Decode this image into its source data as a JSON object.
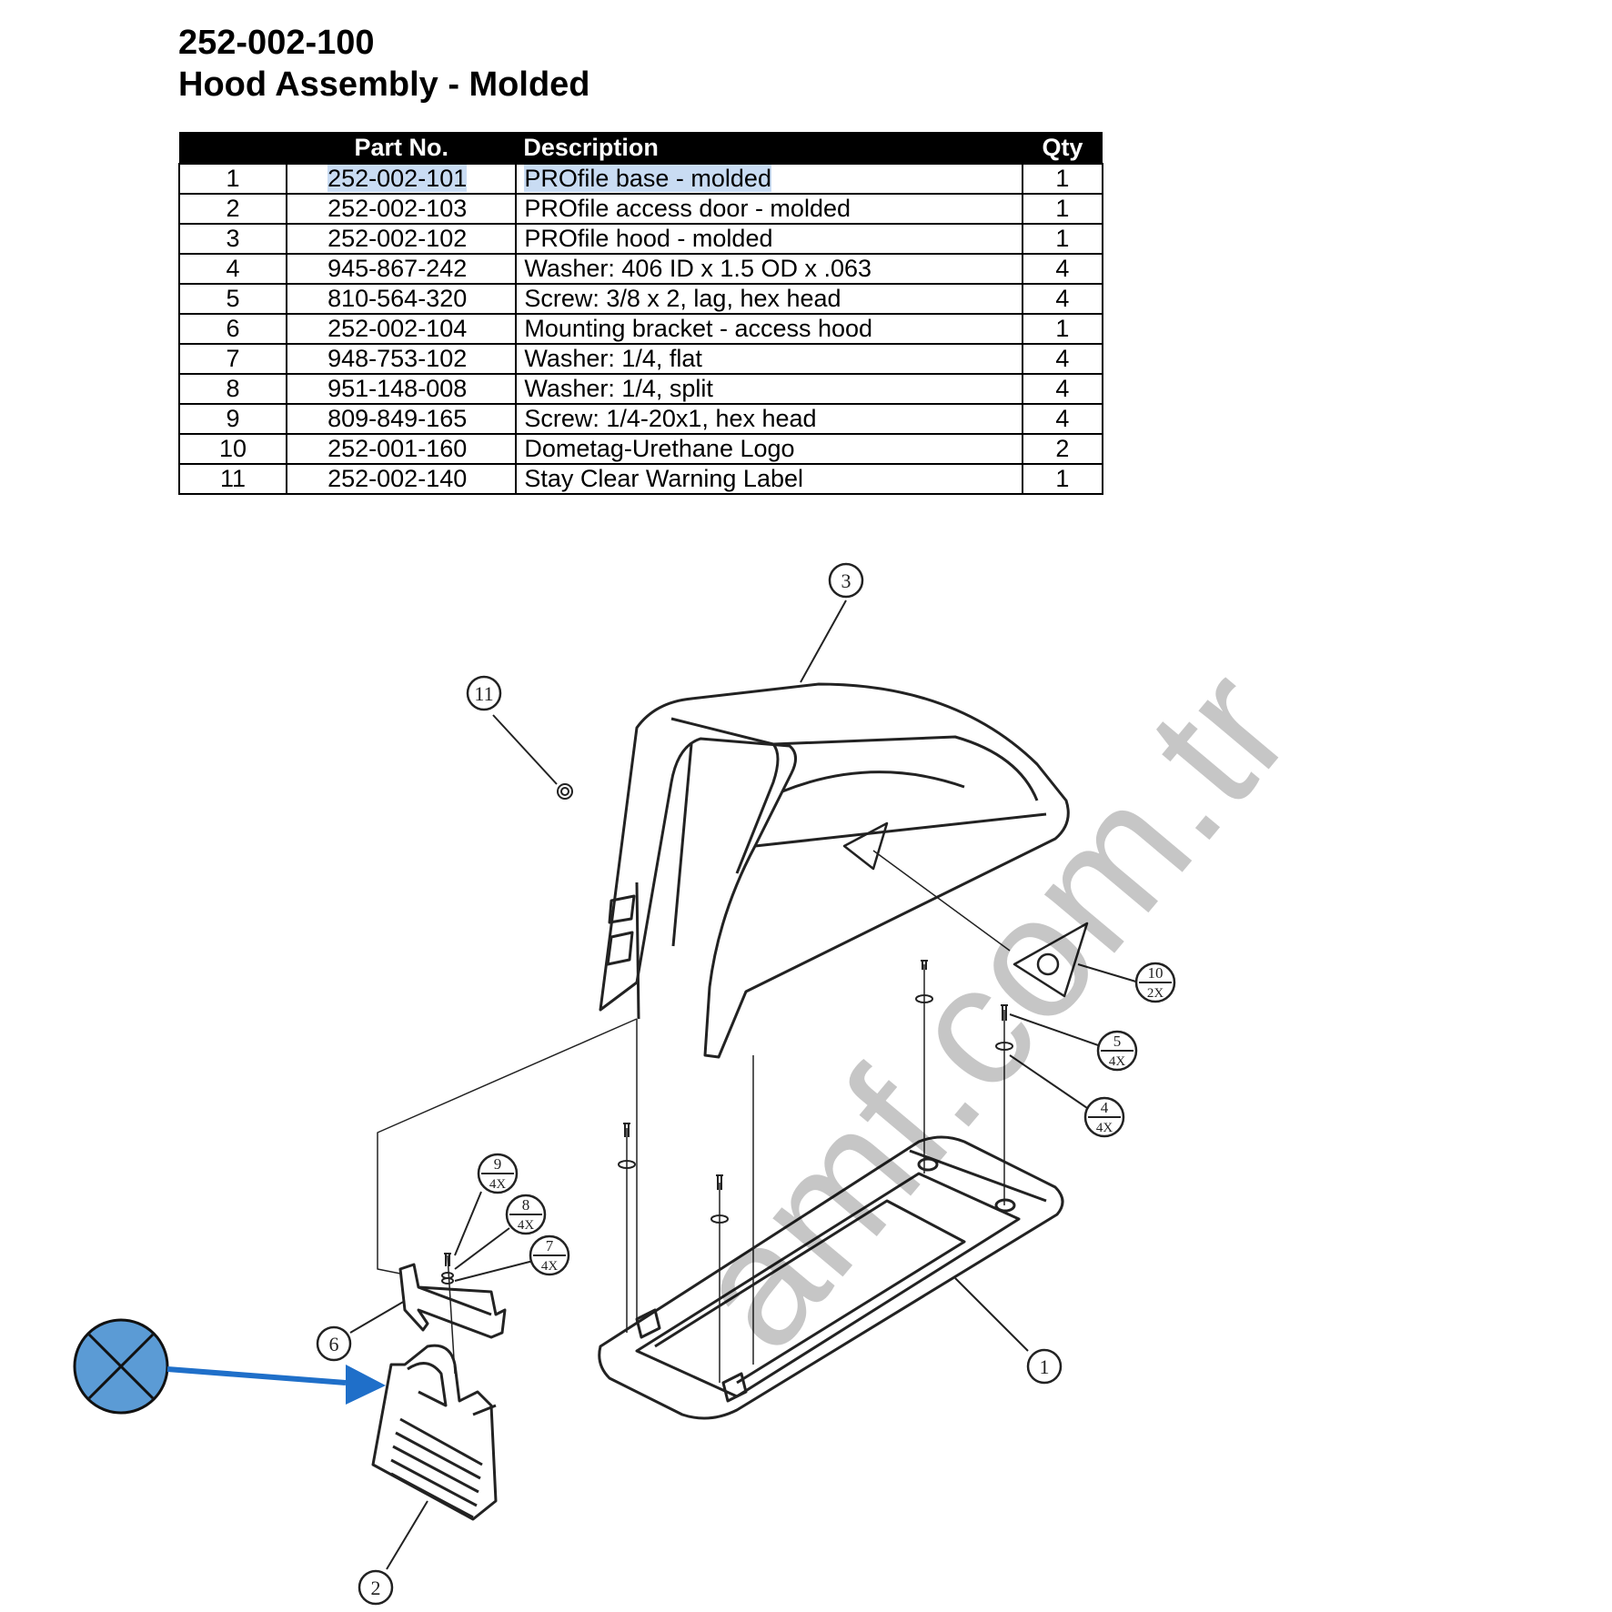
{
  "header": {
    "assembly_number": "252-002-100",
    "assembly_name": "Hood Assembly - Molded"
  },
  "table": {
    "columns": [
      "",
      "Part No.",
      "Description",
      "Qty"
    ],
    "rows": [
      {
        "item": "1",
        "part": "252-002-101",
        "desc": "PROfile base - molded",
        "qty": "1",
        "highlighted": true
      },
      {
        "item": "2",
        "part": "252-002-103",
        "desc": "PROfile access door - molded",
        "qty": "1"
      },
      {
        "item": "3",
        "part": "252-002-102",
        "desc": "PROfile hood - molded",
        "qty": "1"
      },
      {
        "item": "4",
        "part": "945-867-242",
        "desc": "Washer: 406 ID x 1.5 OD x .063",
        "qty": "4"
      },
      {
        "item": "5",
        "part": "810-564-320",
        "desc": "Screw: 3/8 x 2, lag, hex head",
        "qty": "4"
      },
      {
        "item": "6",
        "part": "252-002-104",
        "desc": "Mounting bracket - access hood",
        "qty": "1"
      },
      {
        "item": "7",
        "part": "948-753-102",
        "desc": "Washer: 1/4, flat",
        "qty": "4"
      },
      {
        "item": "8",
        "part": "951-148-008",
        "desc": "Washer: 1/4, split",
        "qty": "4"
      },
      {
        "item": "9",
        "part": "809-849-165",
        "desc": "Screw: 1/4-20x1, hex head",
        "qty": "4"
      },
      {
        "item": "10",
        "part": "252-001-160",
        "desc": "Dometag-Urethane Logo",
        "qty": "2"
      },
      {
        "item": "11",
        "part": "252-002-140",
        "desc": "Stay Clear Warning Label",
        "qty": "1"
      }
    ]
  },
  "balloons": {
    "b1": "1",
    "b2": "2",
    "b3": "3",
    "b6": "6",
    "b11": "11",
    "b10": {
      "num": "10",
      "qty": "2X"
    },
    "b5": {
      "num": "5",
      "qty": "4X"
    },
    "b4": {
      "num": "4",
      "qty": "4X"
    },
    "b9": {
      "num": "9",
      "qty": "4X"
    },
    "b8": {
      "num": "8",
      "qty": "4X"
    },
    "b7": {
      "num": "7",
      "qty": "4X"
    }
  },
  "watermark": "amf.com.tr",
  "colors": {
    "marker_fill": "#5b9bd5",
    "arrow": "#1f6fc9",
    "highlight": "#c9dcf3"
  },
  "icons": {
    "marker": "crossed-circle-icon",
    "pointer": "arrow-right-icon"
  }
}
